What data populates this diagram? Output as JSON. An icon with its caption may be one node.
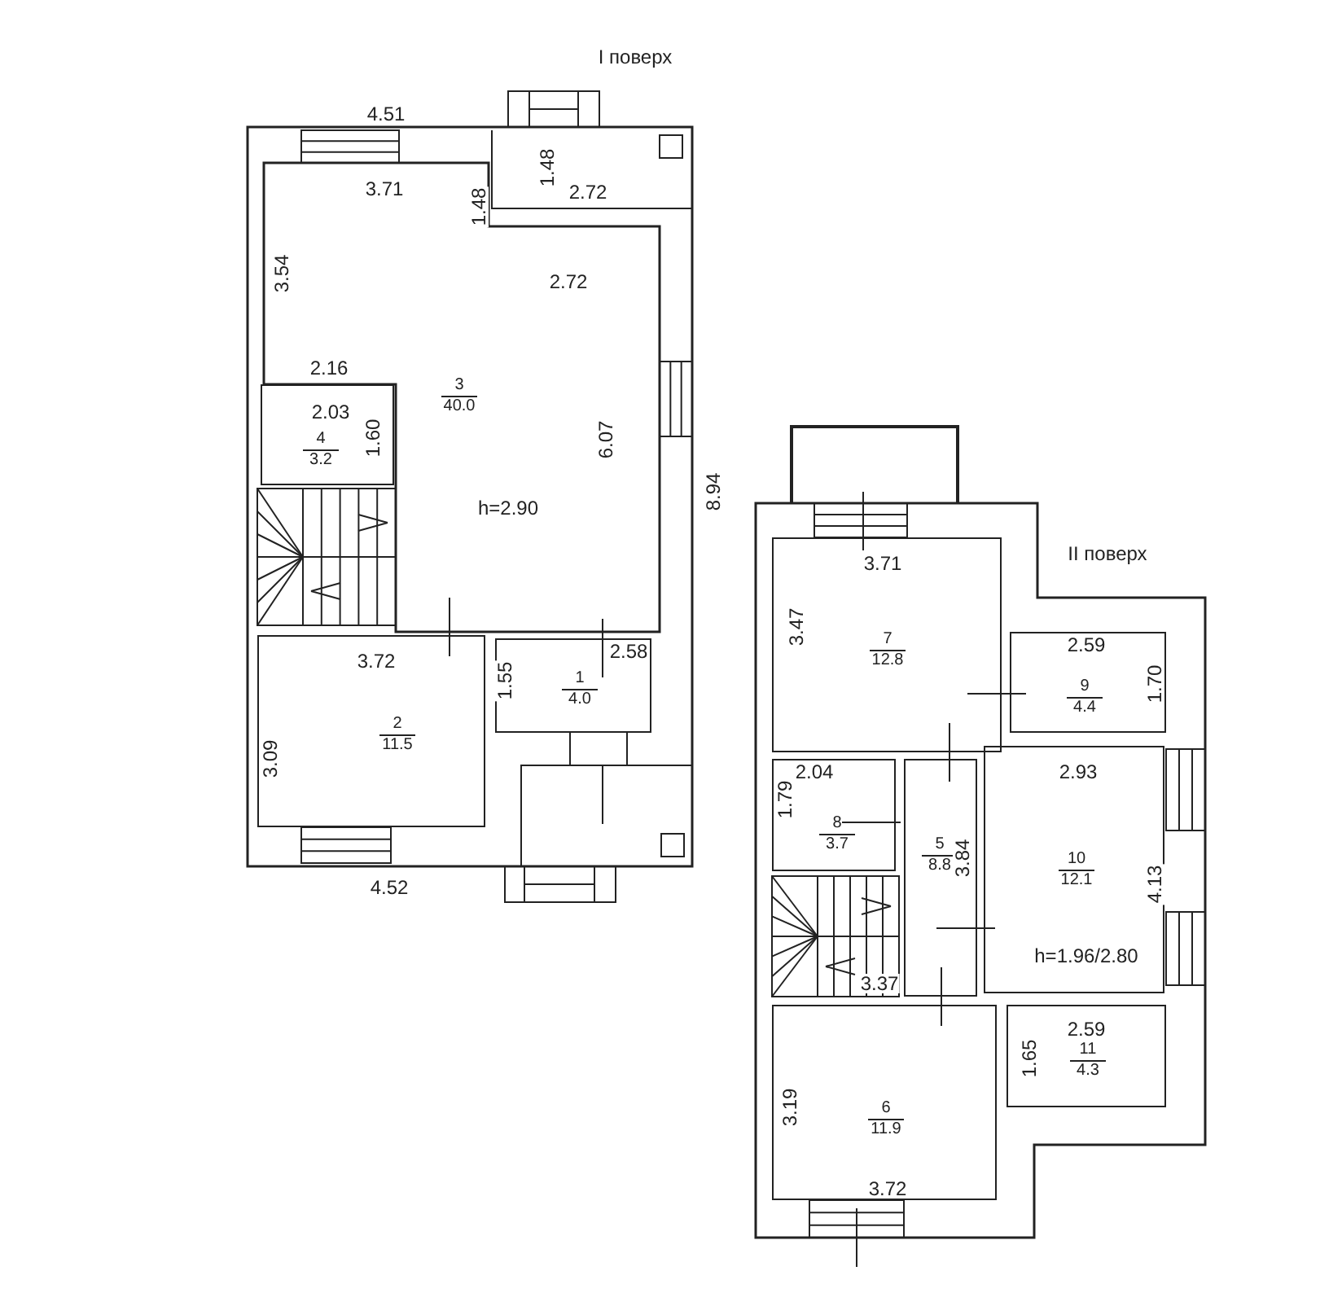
{
  "diagram": {
    "nodes": [
      {
        "text": [
          "I поверх"
        ]
      },
      {
        "text": [
          "3",
          "40.0"
        ],
        "in": 0
      },
      {
        "text": [
          "4",
          "3.2"
        ],
        "in": 0
      },
      {
        "text": [
          "2",
          "11.5"
        ],
        "in": 0
      },
      {
        "text": [
          "1",
          "4.0"
        ],
        "in": 0
      },
      {
        "text": [
          "II поверх"
        ]
      },
      {
        "text": [
          "7",
          "12.8"
        ],
        "in": 5
      },
      {
        "text": [
          "9",
          "4.4"
        ],
        "in": 5
      },
      {
        "text": [
          "8",
          "3.7"
        ],
        "in": 5
      },
      {
        "text": [
          "5",
          "8.8"
        ],
        "in": 5
      },
      {
        "text": [
          "10",
          "12.1"
        ],
        "in": 5
      },
      {
        "text": [
          "11",
          "4.3"
        ],
        "in": 5
      },
      {
        "text": [
          "6",
          "11.9"
        ],
        "in": 5
      }
    ],
    "edges": [],
    "labels": [
      "4.51",
      "3.71",
      "1.48",
      "1.48",
      "2.72",
      "3.54",
      "2.72",
      "2.16",
      "2.03",
      "1.60",
      "6.07",
      "8.94",
      "h=2.90",
      "3.72",
      "2.58",
      "1.55",
      "3.09",
      "4.52",
      "3.71",
      "3.47",
      "2.59",
      "1.70",
      "2.04",
      "1.79",
      "2.93",
      "3.84",
      "4.13",
      "h=1.96/2.80",
      "3.37",
      "2.59",
      "1.65",
      "3.19",
      "3.72"
    ]
  }
}
